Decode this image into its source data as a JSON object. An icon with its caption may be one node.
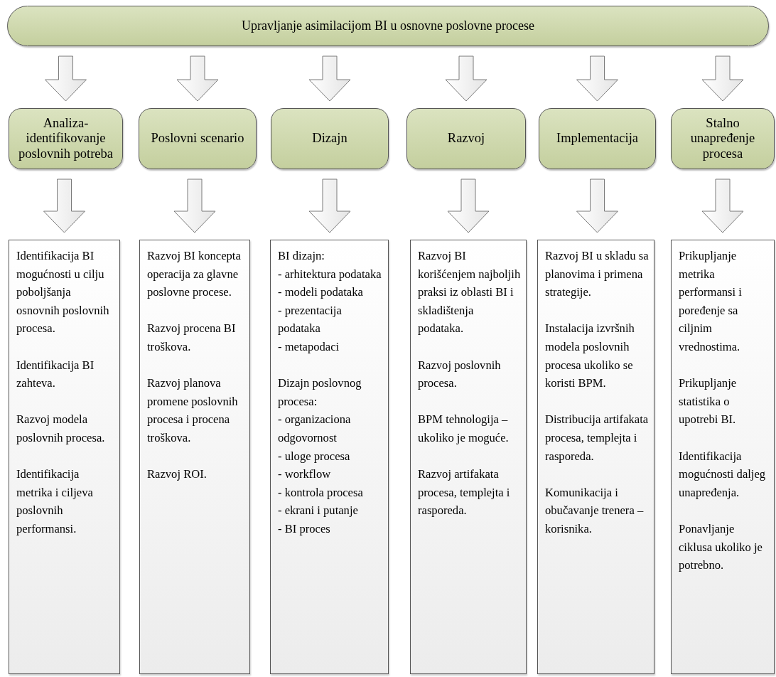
{
  "diagram": {
    "nodes": [
      {
        "text": [
          "Upravljanje asimilacijom BI u osnovne poslovne procese"
        ]
      },
      {
        "text": [
          "Analiza-identifikovanje poslovnih potreba"
        ]
      },
      {
        "text": [
          "Poslovni scenario"
        ]
      },
      {
        "text": [
          "Dizajn"
        ]
      },
      {
        "text": [
          "Razvoj"
        ]
      },
      {
        "text": [
          "Implementacija"
        ]
      },
      {
        "text": [
          "Stalno unapređenje procesa"
        ]
      },
      {
        "text": [
          "Identifikacija BI mogućnosti u cilju poboljšanja osnovnih poslovnih procesa.",
          "Identifikacija BI zahteva.",
          "Razvoj modela poslovnih procesa.",
          "Identifikacija metrika i ciljeva poslovnih performansi."
        ]
      },
      {
        "text": [
          "Razvoj BI koncepta operacija za glavne poslovne procese.",
          "Razvoj procena BI troškova.",
          "Razvoj planova promene poslovnih procesa i procena troškova.",
          "Razvoj ROI."
        ]
      },
      {
        "text": [
          "BI dizajn:",
          "- arhitektura podataka",
          "- modeli podataka",
          "- prezentacija podataka",
          "- metapodaci",
          "Dizajn poslovnog procesa:",
          "- organizaciona odgovornost",
          "- uloge procesa",
          "- workflow",
          "- kontrola procesa",
          "- ekrani i putanje",
          "- BI proces"
        ]
      },
      {
        "text": [
          "Razvoj BI korišćenjem najboljih praksi iz oblasti BI i skladištenja podataka.",
          "Razvoj poslovnih procesa.",
          "BPM tehnologija – ukoliko je moguće.",
          "Razvoj artifakata procesa, templejta i rasporeda."
        ]
      },
      {
        "text": [
          "Razvoj BI u skladu sa planovima i primena strategije.",
          "Instalacija izvršnih modela poslovnih procesa ukoliko se koristi BPM.",
          "Distribucija artifakata procesa, templejta i rasporeda.",
          "Komunikacija i obučavanje trenera – korisnika."
        ]
      },
      {
        "text": [
          "Prikupljanje metrika performansi i poređenje sa ciljnim vrednostima.",
          "Prikupljanje statistika o upotrebi BI.",
          "Identifikacija mogućnosti daljeg unapređenja.",
          "Ponavljanje ciklusa ukoliko je potrebno."
        ]
      }
    ],
    "edges": [
      {
        "from": 0,
        "to": 1,
        "arrow": "to"
      },
      {
        "from": 0,
        "to": 2,
        "arrow": "to"
      },
      {
        "from": 0,
        "to": 3,
        "arrow": "to"
      },
      {
        "from": 0,
        "to": 4,
        "arrow": "to"
      },
      {
        "from": 0,
        "to": 5,
        "arrow": "to"
      },
      {
        "from": 0,
        "to": 6,
        "arrow": "to"
      },
      {
        "from": 1,
        "to": 7,
        "arrow": "to"
      },
      {
        "from": 2,
        "to": 8,
        "arrow": "to"
      },
      {
        "from": 3,
        "to": 9,
        "arrow": "to"
      },
      {
        "from": 4,
        "to": 10,
        "arrow": "to"
      },
      {
        "from": 5,
        "to": 11,
        "arrow": "to"
      },
      {
        "from": 6,
        "to": 12,
        "arrow": "to"
      }
    ]
  }
}
